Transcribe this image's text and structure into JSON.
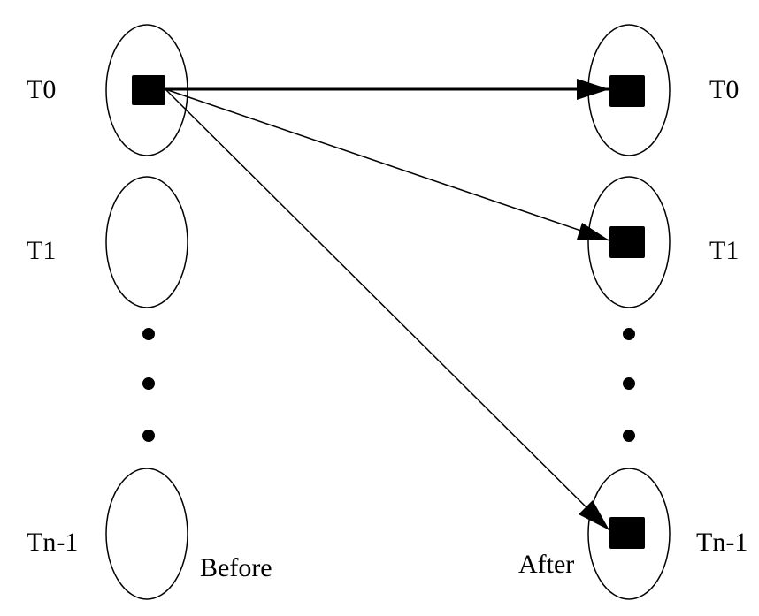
{
  "diagram": {
    "before_label": "Before",
    "after_label": "After",
    "before_column": {
      "threads": [
        {
          "id": "t0",
          "label": "T0",
          "has_item": true
        },
        {
          "id": "t1",
          "label": "T1",
          "has_item": false
        },
        {
          "id": "tn1",
          "label": "Tn-1",
          "has_item": false
        }
      ]
    },
    "after_column": {
      "threads": [
        {
          "id": "t0",
          "label": "T0",
          "has_item": true
        },
        {
          "id": "t1",
          "label": "T1",
          "has_item": true
        },
        {
          "id": "tn1",
          "label": "Tn-1",
          "has_item": true
        }
      ]
    },
    "ellipsis_dots": 3,
    "arrows": [
      {
        "from": "before.T0",
        "to": "after.T0",
        "style": "thick"
      },
      {
        "from": "before.T0",
        "to": "after.T1",
        "style": "thin"
      },
      {
        "from": "before.T0",
        "to": "after.Tn-1",
        "style": "thin"
      }
    ],
    "colors": {
      "stroke": "#000000",
      "fill": "#000000",
      "background": "#ffffff"
    }
  }
}
